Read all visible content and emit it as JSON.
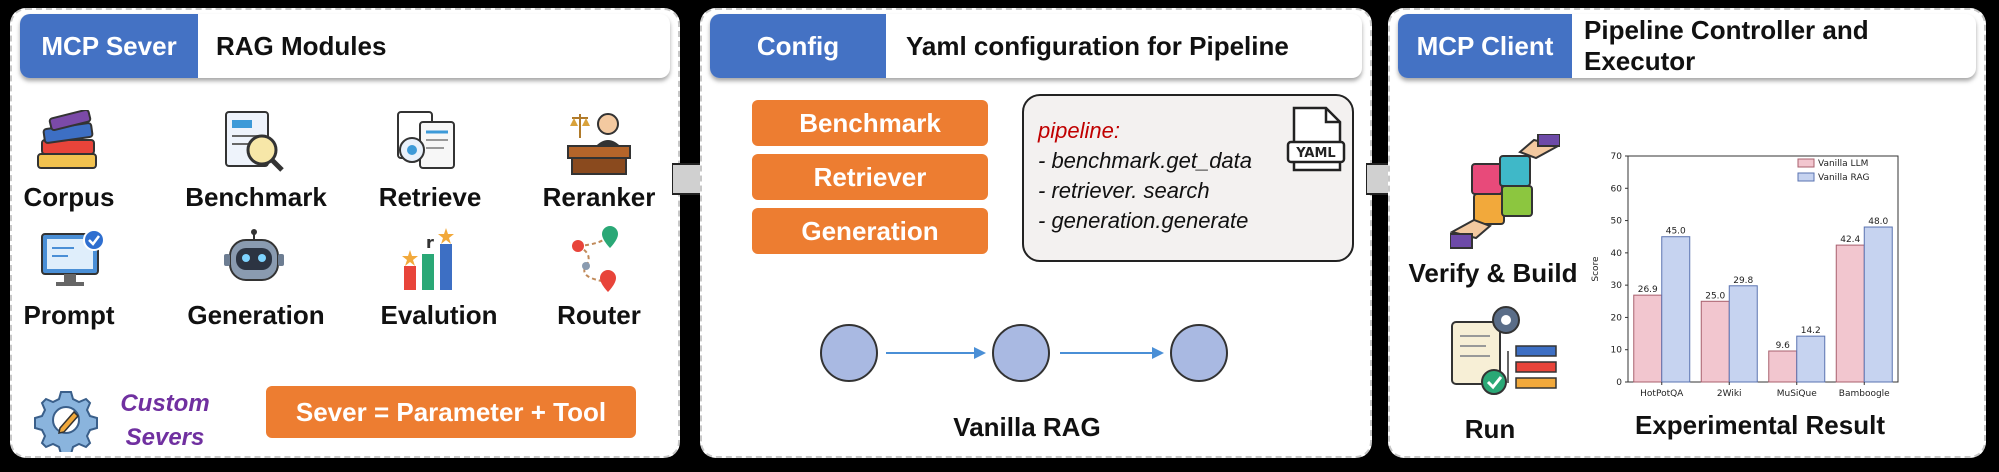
{
  "mcp_server": {
    "tag": "MCP Sever",
    "title": "RAG Modules",
    "modules": [
      "Corpus",
      "Benchmark",
      "Retrieve",
      "Reranker",
      "Prompt",
      "Generation",
      "Evalution",
      "Router"
    ],
    "custom_line1": "Custom",
    "custom_line2": "Severs",
    "formula": "Sever = Parameter + Tool"
  },
  "config": {
    "tag": "Config",
    "title": "Yaml configuration for Pipeline",
    "buttons": [
      "Benchmark",
      "Retriever",
      "Generation"
    ],
    "yaml_lines": [
      "pipeline:",
      "- benchmark.get_data",
      "- retriever. search",
      "- generation.generate"
    ],
    "yaml_icon_text": "YAML",
    "pipeline_label": "Vanilla RAG"
  },
  "mcp_client": {
    "tag": "MCP Client",
    "title": "Pipeline Controller and Executor",
    "verify_label": "Verify & Build",
    "run_label": "Run",
    "result_label": "Experimental Result"
  },
  "colors": {
    "accent_blue": "#4472c4",
    "accent_orange": "#ed7d31",
    "llm": "#f2c6cf",
    "rag": "#c6d3f0"
  },
  "chart_data": {
    "type": "bar",
    "categories": [
      "HotPotQA",
      "2Wiki",
      "MuSiQue",
      "Bamboogle"
    ],
    "series": [
      {
        "name": "Vanilla LLM",
        "values": [
          26.9,
          25.0,
          9.6,
          42.4
        ]
      },
      {
        "name": "Vanilla RAG",
        "values": [
          45.0,
          29.8,
          14.2,
          48.0
        ]
      }
    ],
    "ylabel": "Score",
    "ylim": [
      0,
      70
    ],
    "yticks": [
      0,
      10,
      20,
      30,
      40,
      50,
      60,
      70
    ],
    "legend": "top-right"
  }
}
